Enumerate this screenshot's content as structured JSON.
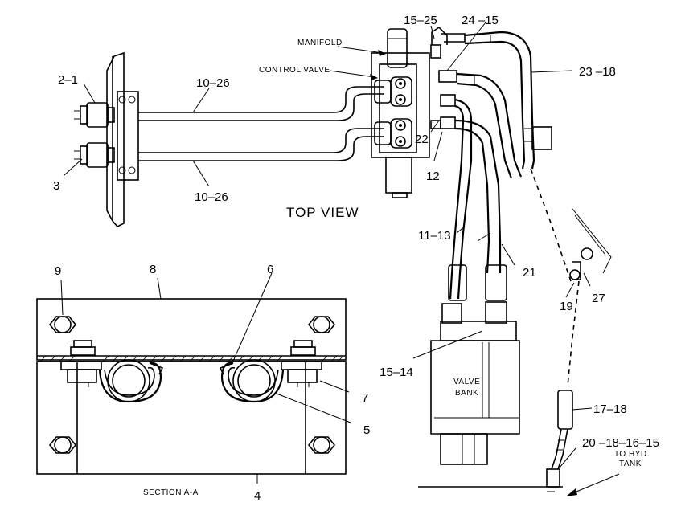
{
  "labels": {
    "manifold": "MANIFOLD",
    "control_valve": "CONTROL VALVE",
    "top_view": "TOP VIEW",
    "section": "SECTION A-A",
    "valve_bank_line1": "VALVE",
    "valve_bank_line2": "BANK",
    "to_hyd_line1": "TO HYD.",
    "to_hyd_line2": "TANK"
  },
  "callouts": {
    "c_2_1": "2–1",
    "c_3": "3",
    "c_10_26_top": "10–26",
    "c_10_26_bottom": "10–26",
    "c_15_25": "15–25",
    "c_24_15": "24 –15",
    "c_23_18": "23 –18",
    "c_22": "22",
    "c_12": "12",
    "c_11_13": "11–13",
    "c_21": "21",
    "c_19": "19",
    "c_27": "27",
    "c_15_14": "15–14",
    "c_17_18": "17–18",
    "c_20_18_16_15": "20 –18–16–15",
    "c_9": "9",
    "c_8": "8",
    "c_6": "6",
    "c_7": "7",
    "c_5": "5",
    "c_4": "4"
  }
}
